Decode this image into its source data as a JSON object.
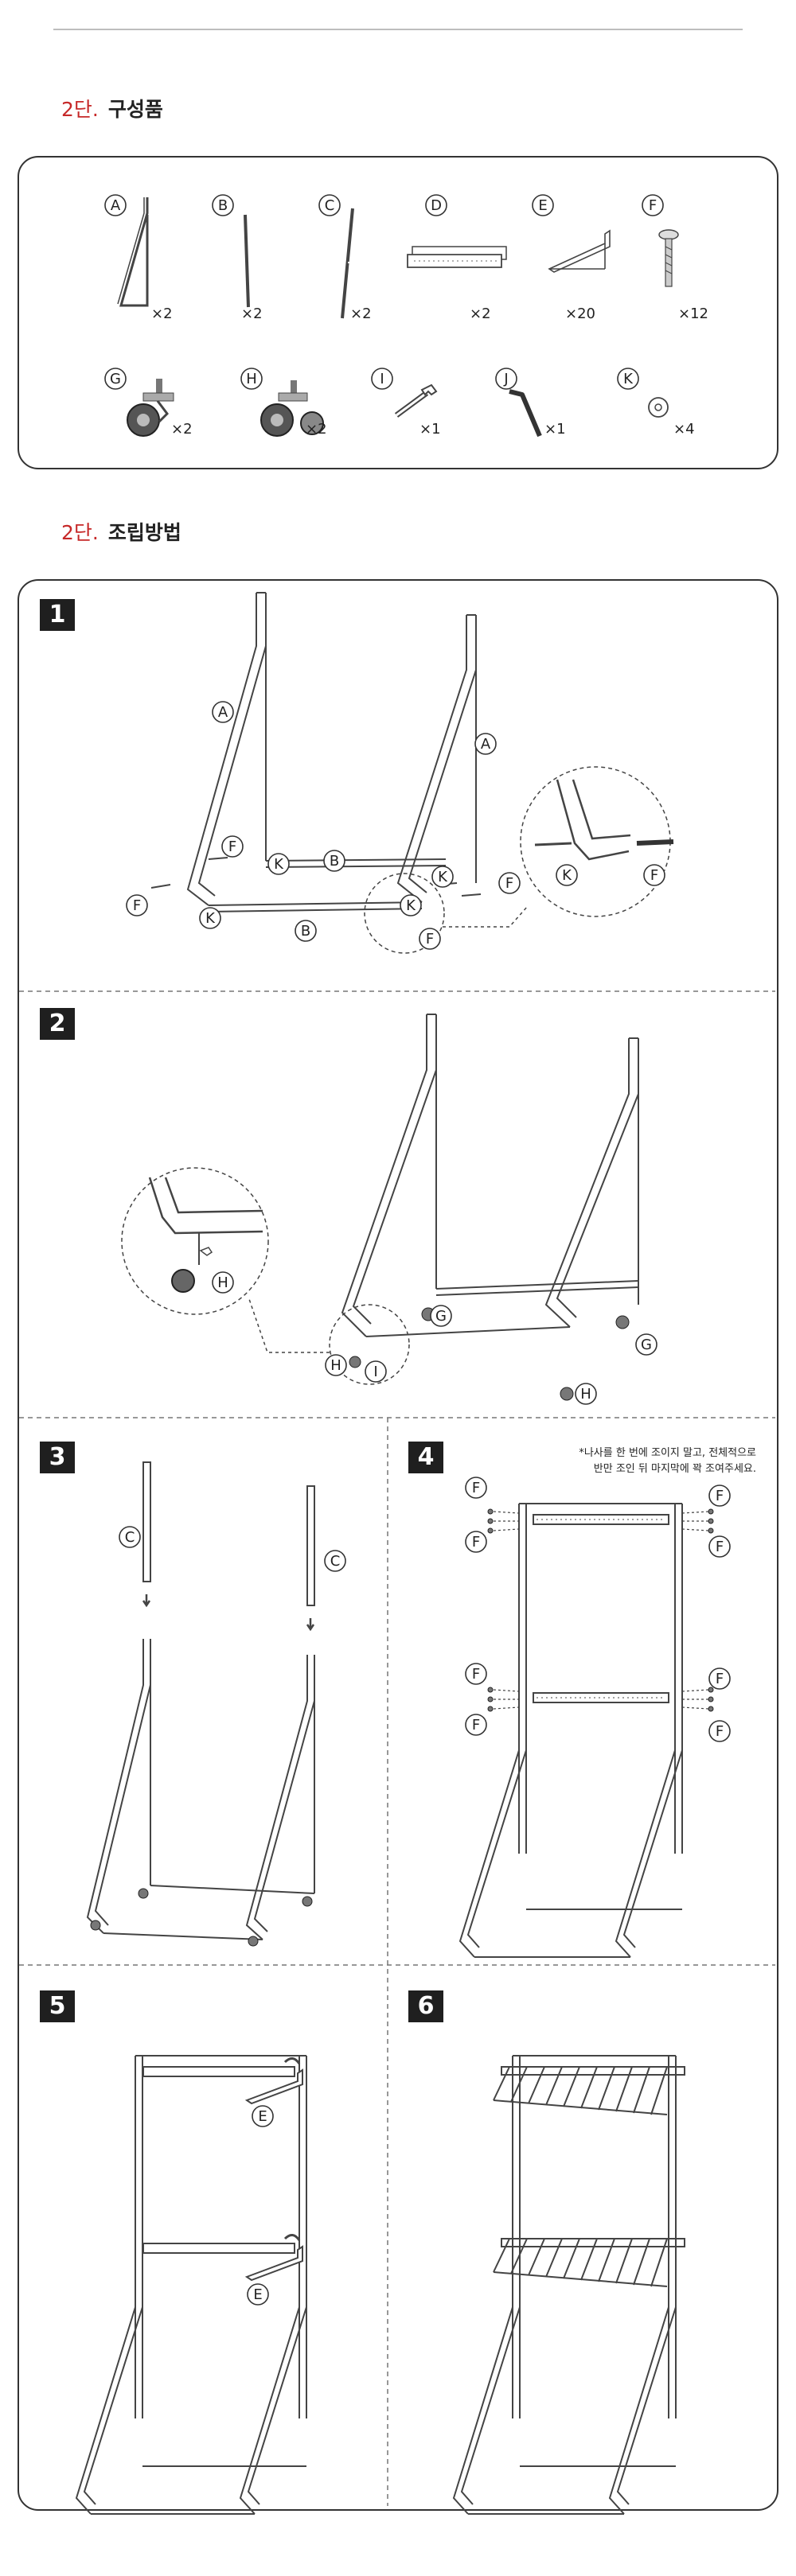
{
  "parts_section": {
    "step": "2단.",
    "title": "구성품"
  },
  "assembly_section": {
    "step": "2단.",
    "title": "조립방법"
  },
  "parts": [
    {
      "letter": "A",
      "qty": "×2"
    },
    {
      "letter": "B",
      "qty": "×2"
    },
    {
      "letter": "C",
      "qty": "×2"
    },
    {
      "letter": "D",
      "qty": "×2"
    },
    {
      "letter": "E",
      "qty": "×20"
    },
    {
      "letter": "F",
      "qty": "×12"
    },
    {
      "letter": "G",
      "qty": "×2"
    },
    {
      "letter": "H",
      "qty": "×2"
    },
    {
      "letter": "I",
      "qty": "×1"
    },
    {
      "letter": "J",
      "qty": "×1"
    },
    {
      "letter": "K",
      "qty": "×4"
    }
  ],
  "steps": [
    "1",
    "2",
    "3",
    "4",
    "5",
    "6"
  ],
  "step4_note": {
    "line1": "*나사를 한 번에 조이지 말고, 전체적으로",
    "line2": "반만 조인 뒤 마지막에 꽉 조여주세요."
  },
  "labels": {
    "A": "A",
    "B": "B",
    "C": "C",
    "E": "E",
    "F": "F",
    "G": "G",
    "H": "H",
    "I": "I",
    "K": "K"
  }
}
